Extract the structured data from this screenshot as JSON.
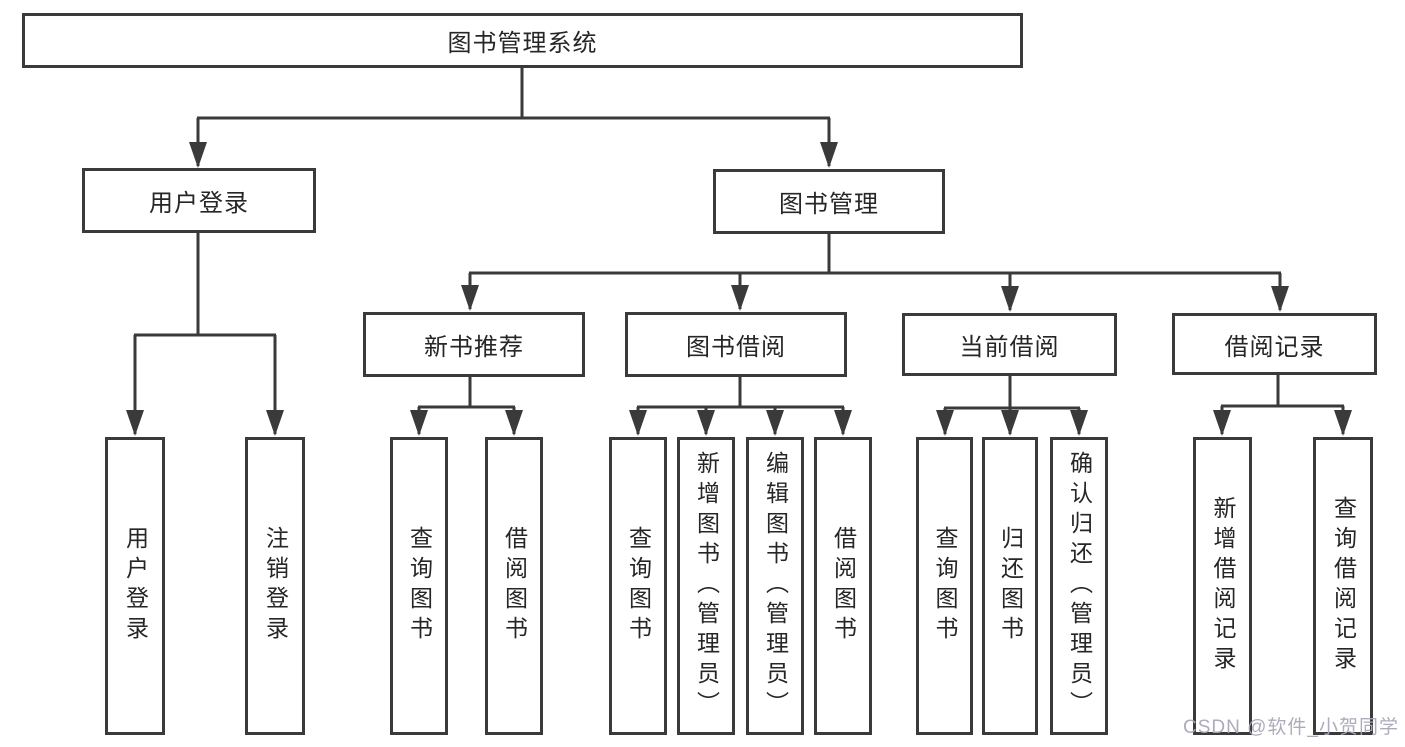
{
  "diagram": {
    "root": {
      "label": "图书管理系统"
    },
    "level2": [
      {
        "label": "用户登录"
      },
      {
        "label": "图书管理"
      }
    ],
    "level3": [
      {
        "label": "新书推荐"
      },
      {
        "label": "图书借阅"
      },
      {
        "label": "当前借阅"
      },
      {
        "label": "借阅记录"
      }
    ],
    "leaves": [
      {
        "label": "用户登录"
      },
      {
        "label": "注销登录"
      },
      {
        "label": "查询图书"
      },
      {
        "label": "借阅图书"
      },
      {
        "label": "查询图书"
      },
      {
        "label": "新增图书（管理员）"
      },
      {
        "label": "编辑图书（管理员）"
      },
      {
        "label": "借阅图书"
      },
      {
        "label": "查询图书"
      },
      {
        "label": "归还图书"
      },
      {
        "label": "确认归还（管理员）"
      },
      {
        "label": "新增借阅记录"
      },
      {
        "label": "查询借阅记录"
      }
    ],
    "watermark": "CSDN @软件_小贺同学",
    "colors": {
      "line": "#3a3a3a",
      "text": "#262626",
      "watermark": "#a8a8b8",
      "background": "#ffffff"
    }
  }
}
